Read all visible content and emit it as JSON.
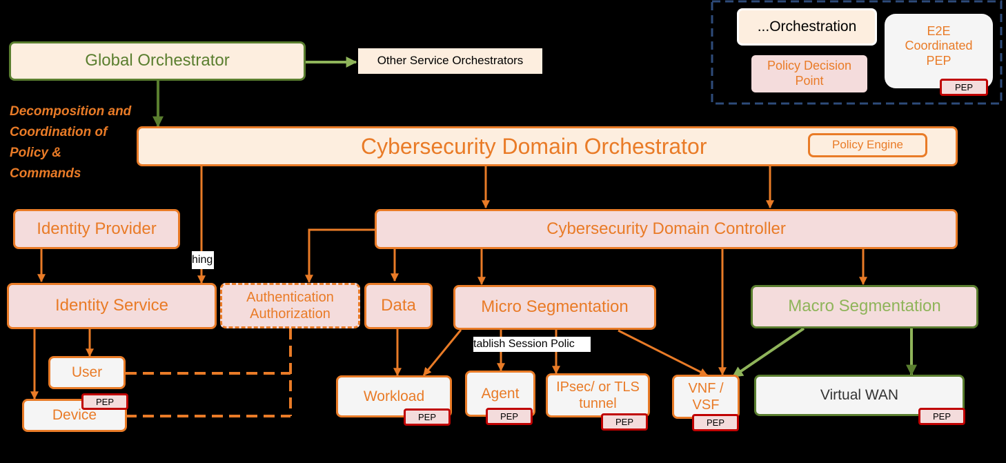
{
  "legend": {
    "orchestration": "...Orchestration",
    "policy_decision_point": "Policy Decision Point",
    "e2e_pep": "E2E Coordinated PEP",
    "pep_badge": "PEP"
  },
  "nodes": {
    "global_orchestrator": "Global Orchestrator",
    "other_service_orchestrators": "Other Service Orchestrators",
    "cybersecurity_domain_orchestrator": "Cybersecurity Domain Orchestrator",
    "policy_engine": "Policy Engine",
    "cybersecurity_domain_controller": "Cybersecurity  Domain Controller",
    "identity_provider": "Identity Provider",
    "identity_service": "Identity Service",
    "authentication_authorization": "Authentication Authorization",
    "data": "Data",
    "micro_segmentation": "Micro Segmentation",
    "macro_segmentation": "Macro Segmentation",
    "user": "User",
    "device": "Device",
    "workload": "Workload",
    "agent": "Agent",
    "ipsec_tls_tunnel": "IPsec/ or TLS tunnel",
    "vnf_vsf": "VNF / VSF",
    "virtual_wan": "Virtual WAN"
  },
  "annotations": {
    "decomposition_note": "Decomposition and Coordination of Policy & Commands",
    "provisioning_label": "hing",
    "session_policy_label": "tablish  Session Polic"
  },
  "pep_label": "PEP",
  "colors": {
    "orange": "#e97b27",
    "green_border": "#5a7e2f",
    "green_text": "#8fb45a",
    "pep_border": "#c00000",
    "legend_border": "#2e4b7a"
  }
}
